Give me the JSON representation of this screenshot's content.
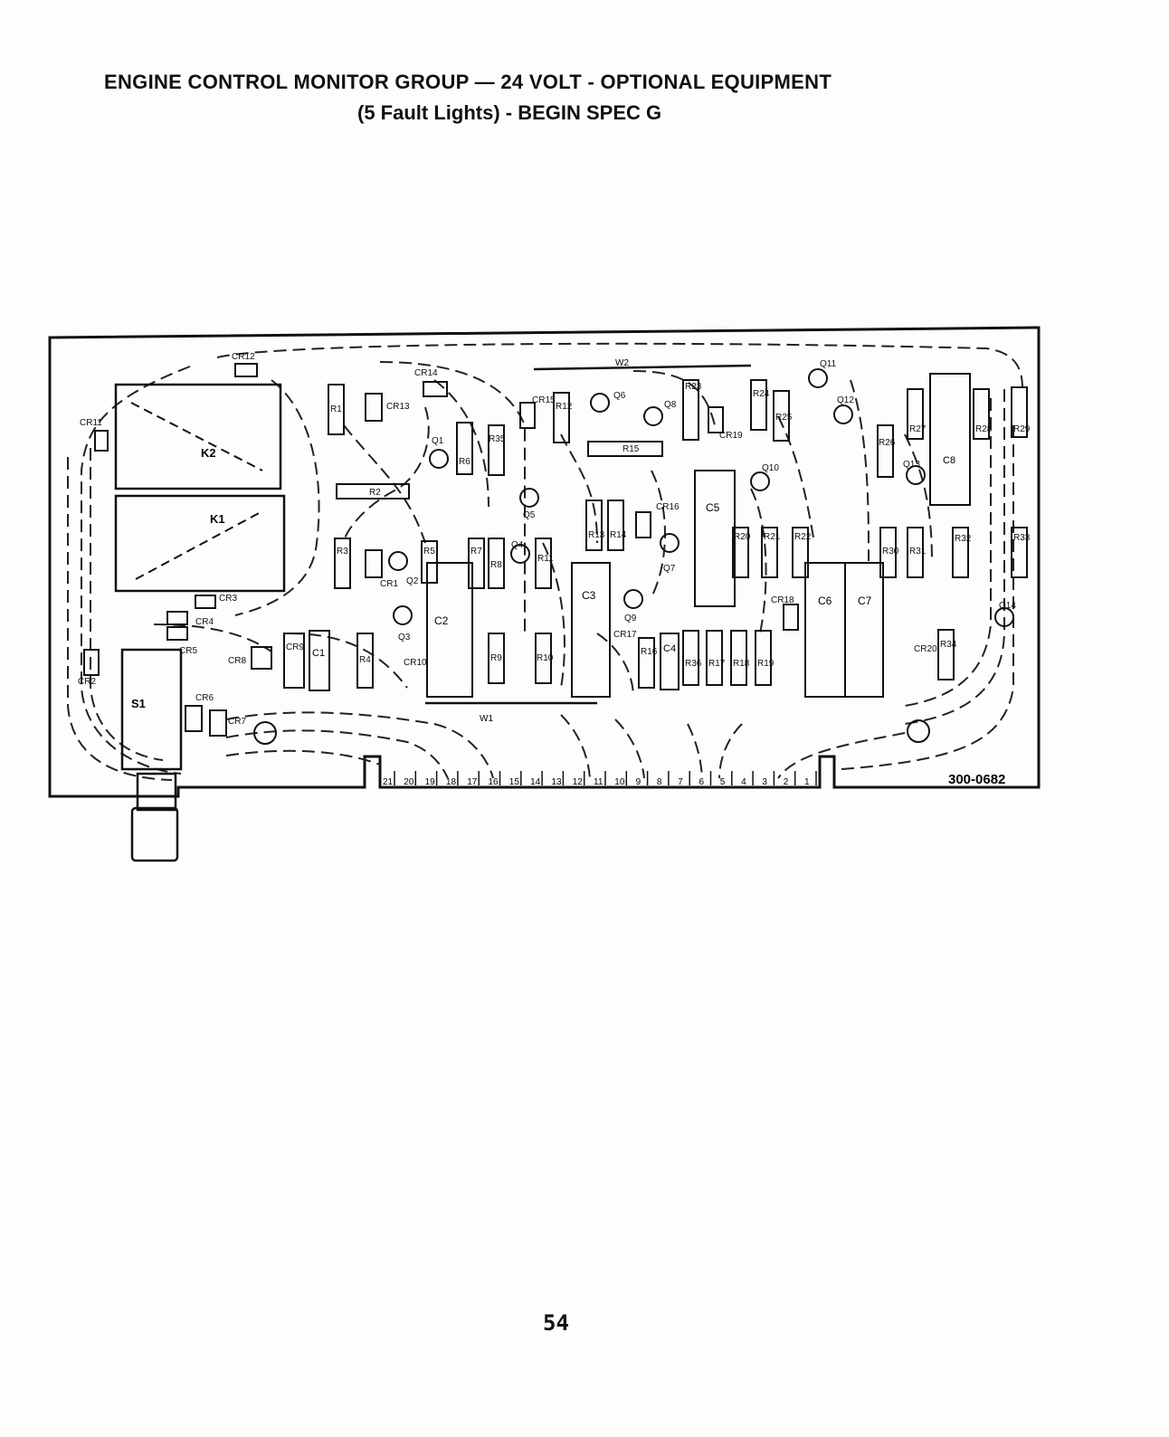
{
  "title_line1": "ENGINE CONTROL MONITOR GROUP — 24 VOLT  -  OPTIONAL EQUIPMENT",
  "title_line2": "(5 Fault Lights) - BEGIN SPEC G",
  "part_number": "300-0682",
  "page_number": "54",
  "relays": [
    "K2",
    "K1"
  ],
  "switch": "S1",
  "capacitors": [
    "C1",
    "C2",
    "C3",
    "C4",
    "C5",
    "C6",
    "C7",
    "C8"
  ],
  "resistors": [
    "R1",
    "R2",
    "R3",
    "R4",
    "R5",
    "R6",
    "R7",
    "R8",
    "R9",
    "R10",
    "R11",
    "R12",
    "R13",
    "R14",
    "R15",
    "R16",
    "R17",
    "R18",
    "R19",
    "R20",
    "R21",
    "R22",
    "R23",
    "R24",
    "R25",
    "R26",
    "R27",
    "R28",
    "R29",
    "R30",
    "R31",
    "R32",
    "R33",
    "R34",
    "R35",
    "R36"
  ],
  "diodes": [
    "CR1",
    "CR2",
    "CR3",
    "CR4",
    "CR5",
    "CR6",
    "CR7",
    "CR8",
    "CR9",
    "CR10",
    "CR11",
    "CR12",
    "CR13",
    "CR14",
    "CR15",
    "CR16",
    "CR17",
    "CR18",
    "CR19",
    "CR20"
  ],
  "transistors": [
    "Q1",
    "Q2",
    "Q3",
    "Q4",
    "Q5",
    "Q6",
    "Q7",
    "Q8",
    "Q9",
    "Q10",
    "Q11",
    "Q12",
    "Q13",
    "Q14"
  ],
  "wires": [
    "W1",
    "W2"
  ],
  "pins": [
    "21",
    "20",
    "19",
    "18",
    "17",
    "16",
    "15",
    "14",
    "13",
    "12",
    "11",
    "10",
    "9",
    "8",
    "7",
    "6",
    "5",
    "4",
    "3",
    "2",
    "1"
  ]
}
